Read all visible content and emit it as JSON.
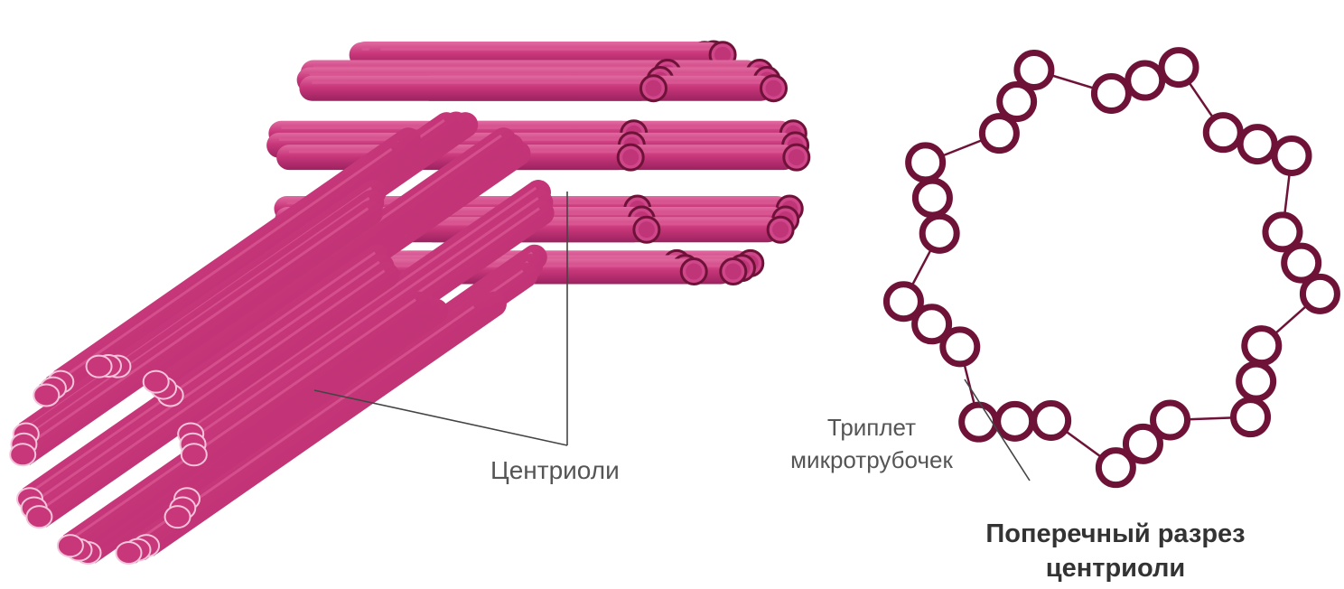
{
  "labels": {
    "centrioles": "Центриоли",
    "triplet_line1": "Триплет",
    "triplet_line2": "микротрубочек",
    "cross_section_line1": "Поперечный разрез",
    "cross_section_line2": "центриоли"
  },
  "colors": {
    "tube_fill": "#c8377a",
    "tube_highlight": "#dd5a96",
    "tube_shade": "#8e1d52",
    "ring_stroke": "#6e1238",
    "leader_line": "#444444",
    "text": "#555555"
  },
  "cross_section": {
    "triplet_count": 9,
    "tubules_per_triplet": 3
  }
}
